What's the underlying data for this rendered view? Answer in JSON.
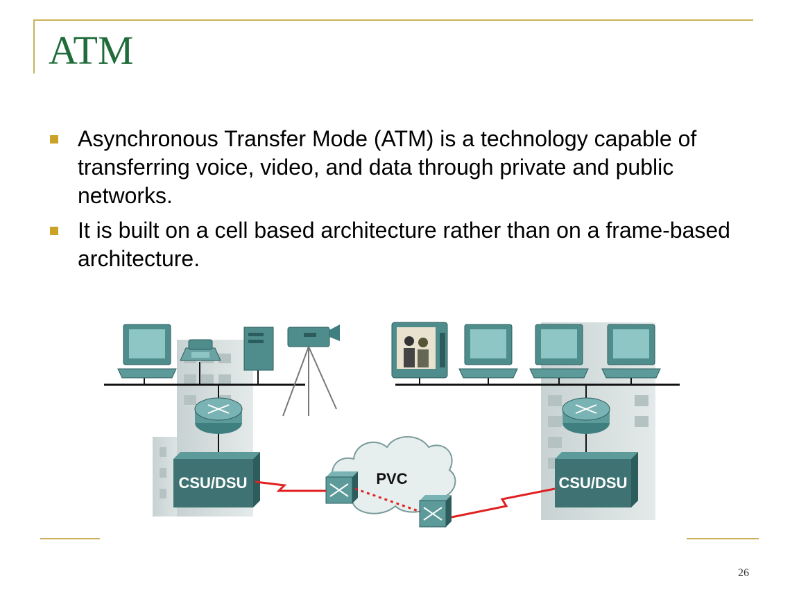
{
  "slide": {
    "title": "ATM",
    "bullets": [
      "Asynchronous Transfer Mode (ATM) is a technology capable of transferring voice, video, and data through private and public networks.",
      "It is built on a cell based architecture rather than on a frame-based architecture."
    ],
    "page_number": "26"
  },
  "diagram": {
    "left_device_label": "CSU/DSU",
    "right_device_label": "CSU/DSU",
    "cloud_label": "PVC"
  },
  "colors": {
    "title": "#1f6b3a",
    "frame": "#c9b25a",
    "bullet": "#c9a227",
    "device": "#3f7f7f",
    "link": "#e02020"
  }
}
